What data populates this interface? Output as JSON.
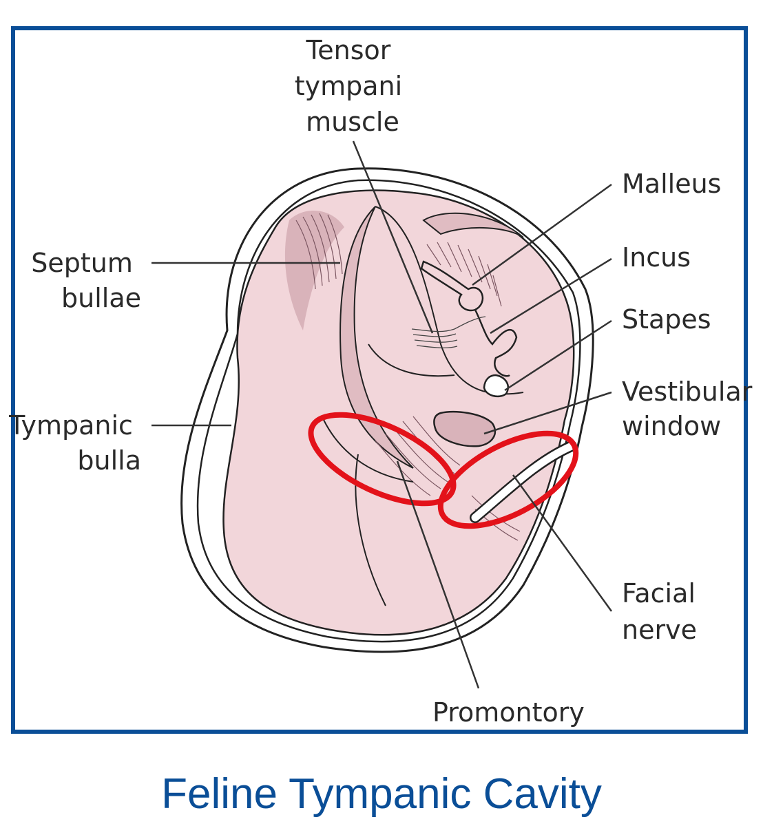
{
  "labels": {
    "tensor_tympani": [
      "Tensor",
      "tympani",
      "muscle"
    ],
    "malleus": "Malleus",
    "incus": "Incus",
    "stapes": "Stapes",
    "vestibular_window": [
      "Vestibular",
      "window"
    ],
    "septum_bullae": [
      "Septum",
      "bullae"
    ],
    "tympanic_bulla": [
      "Tympanic",
      "bulla"
    ],
    "facial_nerve": [
      "Facial",
      "nerve"
    ],
    "promontory": "Promontory"
  },
  "caption": "Feline Tympanic Cavity",
  "colors": {
    "frame": "#0a4e97",
    "tissue": "#f2d6da",
    "tissue_shade": "#d9b3ba",
    "highlight": "#e3121a",
    "caption": "#0a4e97"
  }
}
